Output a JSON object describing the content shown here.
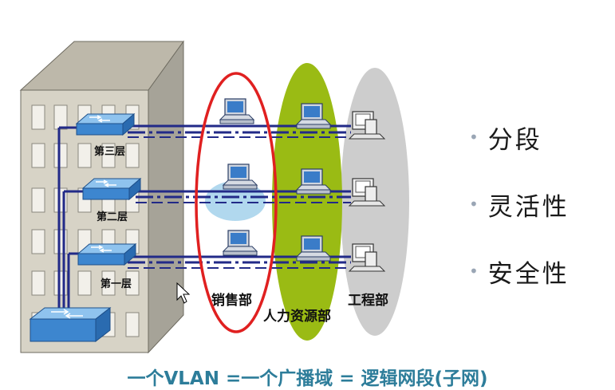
{
  "floors": [
    {
      "label": "第三层"
    },
    {
      "label": "第二层"
    },
    {
      "label": "第一层"
    }
  ],
  "departments": [
    {
      "label": "销售部",
      "color": "#e02020"
    },
    {
      "label": "人力资源部",
      "color": "#99bb11"
    },
    {
      "label": "工程部",
      "color": "#bfbfbf"
    }
  ],
  "bullets": [
    {
      "text": "分段"
    },
    {
      "text": "灵活性"
    },
    {
      "text": "安全性"
    }
  ],
  "bullet_glyph": "•",
  "footer": "一个VLAN =一个广播域 = 逻辑网段(子网)",
  "colors": {
    "building": "#d9d5c8",
    "building_side": "#a9a69c",
    "window": "#f4f2ec",
    "switch": "#4a8fd0",
    "link": "#222a88",
    "footer_text": "#2d7d9a"
  },
  "icons": [
    "switch-icon",
    "computer-icon",
    "cursor-icon"
  ]
}
